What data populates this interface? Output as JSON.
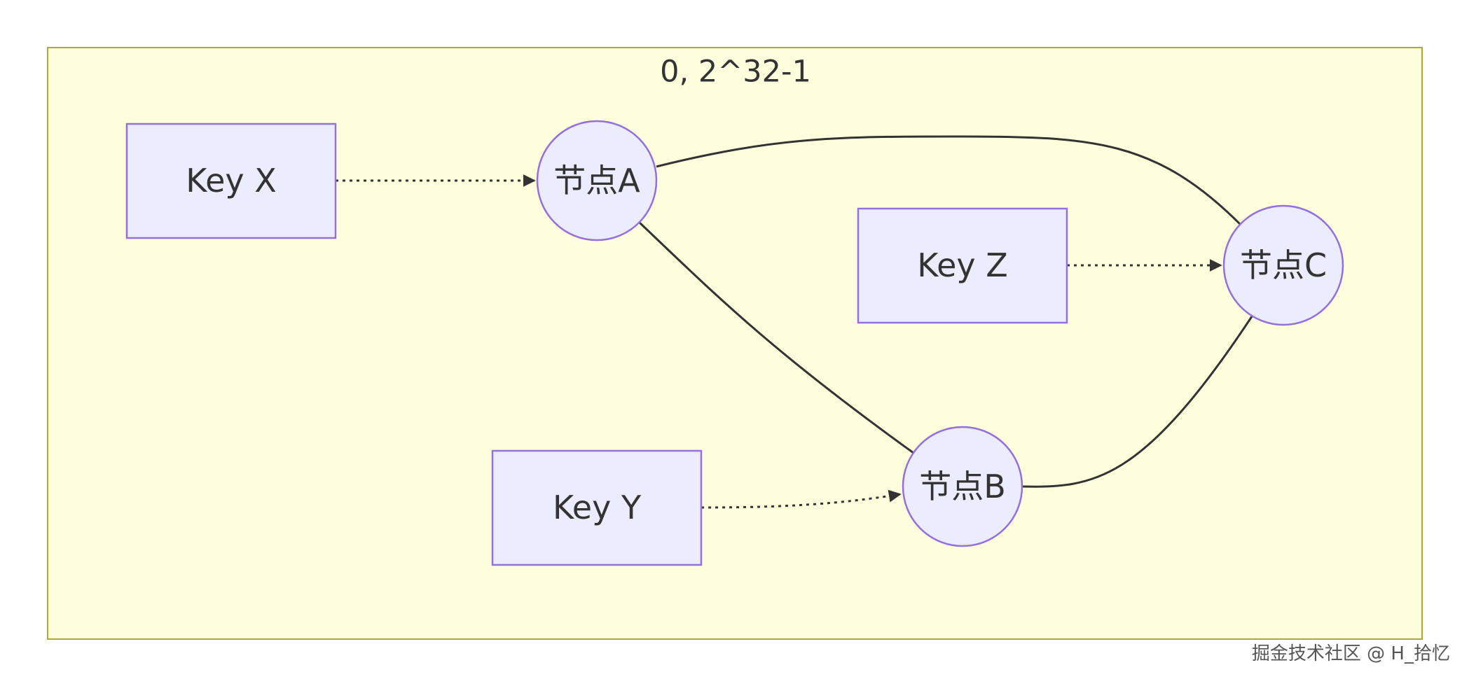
{
  "cluster": {
    "title": "0, 2^32-1"
  },
  "nodes": {
    "key_x": "Key X",
    "key_y": "Key Y",
    "key_z": "Key Z",
    "node_a": "节点A",
    "node_b": "节点B",
    "node_c": "节点C"
  },
  "edges": [
    {
      "from": "Key X",
      "to": "节点A",
      "style": "dotted",
      "arrow": true
    },
    {
      "from": "Key Y",
      "to": "节点B",
      "style": "dotted",
      "arrow": true
    },
    {
      "from": "Key Z",
      "to": "节点C",
      "style": "dotted",
      "arrow": true
    },
    {
      "from": "节点A",
      "to": "节点C",
      "style": "solid",
      "arrow": false
    },
    {
      "from": "节点A",
      "to": "节点B",
      "style": "solid",
      "arrow": false
    },
    {
      "from": "节点B",
      "to": "节点C",
      "style": "solid",
      "arrow": false
    }
  ],
  "colors": {
    "cluster_fill": "#ffffde",
    "cluster_stroke": "#aaaa33",
    "node_fill": "#ececff",
    "node_stroke": "#9370db",
    "edge": "#333333",
    "text": "#333333"
  },
  "watermark": "掘金技术社区 @ H_拾忆"
}
